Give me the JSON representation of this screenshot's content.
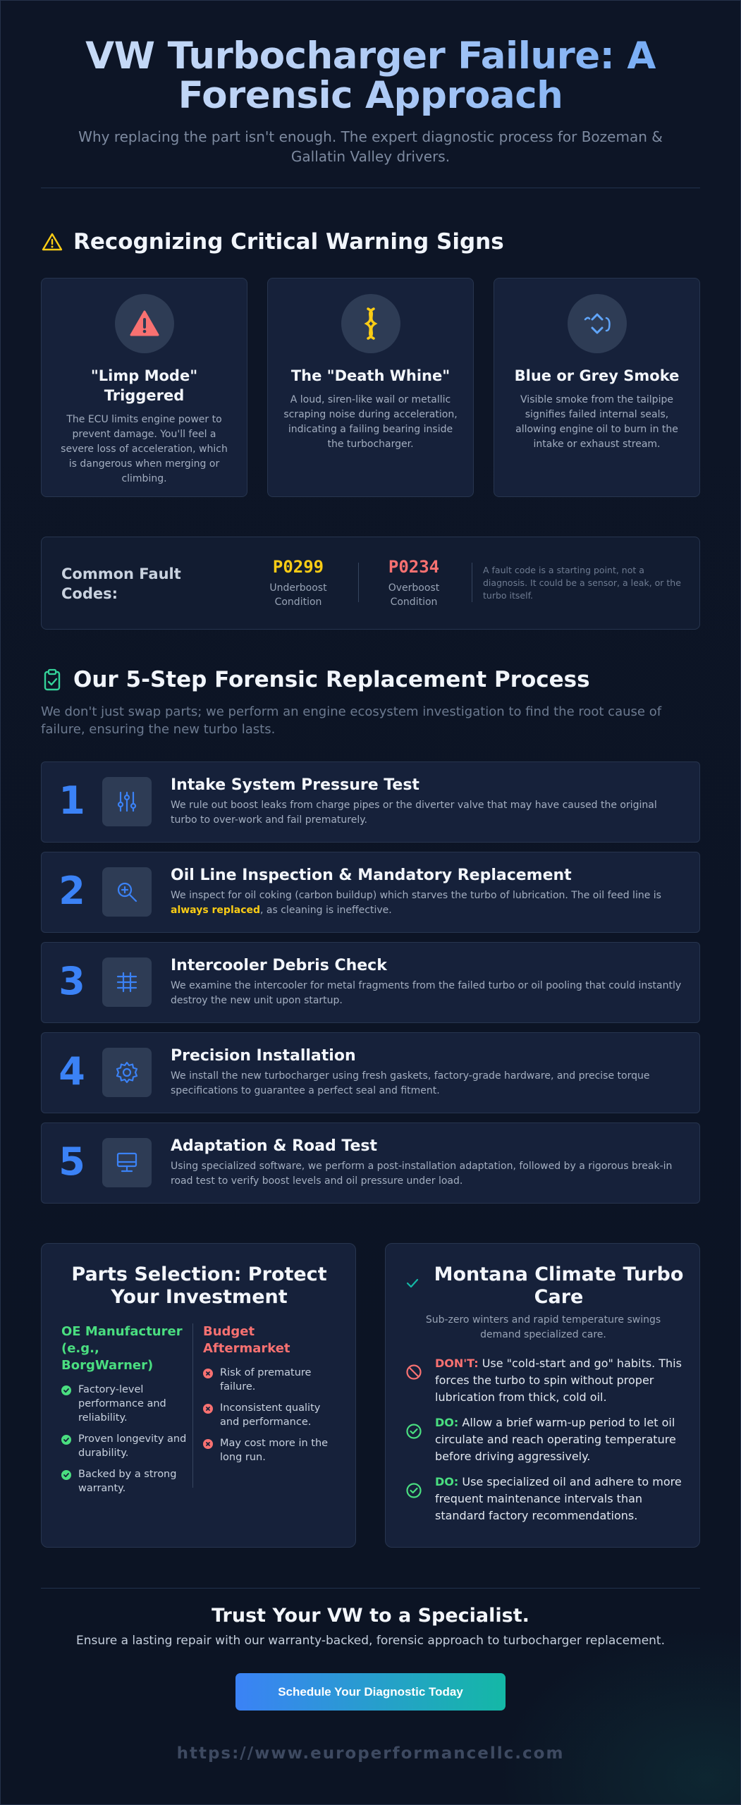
{
  "hero": {
    "title": "VW Turbocharger Failure: A Forensic Approach",
    "subtitle": "Why replacing the part isn't enough. The expert diagnostic process for Bozeman & Gallatin Valley drivers."
  },
  "warnings": {
    "title": "Recognizing Critical Warning Signs",
    "cards": [
      {
        "title": "\"Limp Mode\" Triggered",
        "text": "The ECU limits engine power to prevent damage. You'll feel a severe loss of acceleration, which is dangerous when merging or climbing."
      },
      {
        "title": "The \"Death Whine\"",
        "text": "A loud, siren-like wail or metallic scraping noise during acceleration, indicating a failing bearing inside the turbocharger."
      },
      {
        "title": "Blue or Grey Smoke",
        "text": "Visible smoke from the tailpipe signifies failed internal seals, allowing engine oil to burn in the intake or exhaust stream."
      }
    ]
  },
  "codes": {
    "label": "Common Fault Codes:",
    "items": [
      {
        "code": "P0299",
        "desc": "Underboost Condition",
        "color": "#facc15"
      },
      {
        "code": "P0234",
        "desc": "Overboost Condition",
        "color": "#f87171"
      }
    ],
    "note": "A fault code is a starting point, not a diagnosis. It could be a sensor, a leak, or the turbo itself."
  },
  "process": {
    "title": "Our 5-Step Forensic Replacement Process",
    "subtitle": "We don't just swap parts; we perform an engine ecosystem investigation to find the root cause of failure, ensuring the new turbo lasts.",
    "steps": [
      {
        "num": "1",
        "title": "Intake System Pressure Test",
        "text": "We rule out boost leaks from charge pipes or the diverter valve that may have caused the original turbo to over-work and fail prematurely."
      },
      {
        "num": "2",
        "title": "Oil Line Inspection & Mandatory Replacement",
        "text_a": "We inspect for oil coking (carbon buildup) which starves the turbo of lubrication. The oil feed line is ",
        "highlight": "always replaced",
        "text_b": ", as cleaning is ineffective."
      },
      {
        "num": "3",
        "title": "Intercooler Debris Check",
        "text": "We examine the intercooler for metal fragments from the failed turbo or oil pooling that could instantly destroy the new unit upon startup."
      },
      {
        "num": "4",
        "title": "Precision Installation",
        "text": "We install the new turbocharger using fresh gaskets, factory-grade hardware, and precise torque specifications to guarantee a perfect seal and fitment."
      },
      {
        "num": "5",
        "title": "Adaptation & Road Test",
        "text": "Using specialized software, we perform a post-installation adaptation, followed by a rigorous break-in road test to verify boost levels and oil pressure under load."
      }
    ]
  },
  "parts": {
    "title": "Parts Selection: Protect Your Investment",
    "oe": {
      "heading": "OE Manufacturer (e.g., BorgWarner)",
      "items": [
        "Factory-level performance and reliability.",
        "Proven longevity and durability.",
        "Backed by a strong warranty."
      ]
    },
    "budget": {
      "heading": "Budget Aftermarket",
      "items": [
        "Risk of premature failure.",
        "Inconsistent quality and performance.",
        "May cost more in the long run."
      ]
    }
  },
  "climate": {
    "title": "Montana Climate Turbo Care",
    "subtitle": "Sub-zero winters and rapid temperature swings demand specialized care.",
    "tips": [
      {
        "label": "DON'T:",
        "text": " Use \"cold-start and go\" habits. This forces the turbo to spin without proper lubrication from thick, cold oil."
      },
      {
        "label": "DO:",
        "text": " Allow a brief warm-up period to let oil circulate and reach operating temperature before driving aggressively."
      },
      {
        "label": "DO:",
        "text": " Use specialized oil and adhere to more frequent maintenance intervals than standard factory recommendations."
      }
    ]
  },
  "cta": {
    "title": "Trust Your VW to a Specialist.",
    "text": "Ensure a lasting repair with our warranty-backed, forensic approach to turbocharger replacement.",
    "button": "Schedule Your Diagnostic Today"
  },
  "footer": {
    "url": "https://www.europerformancellc.com"
  },
  "colors": {
    "accent_blue": "#3b82f6",
    "green": "#4ade80",
    "red": "#f87171",
    "yellow": "#facc15",
    "teal": "#14b8a6"
  }
}
